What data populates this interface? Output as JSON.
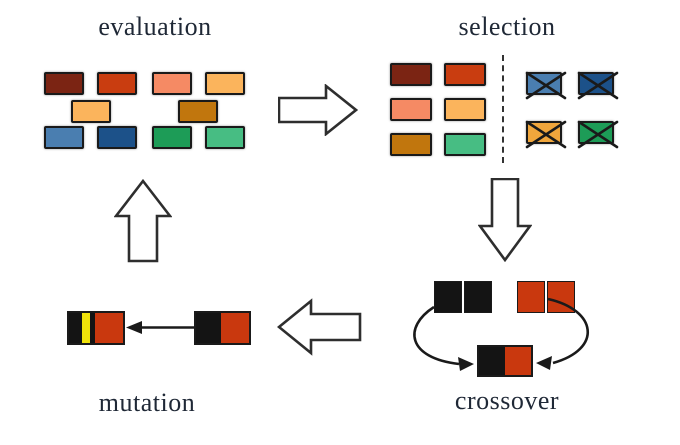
{
  "figure": {
    "type": "genetic-algorithm cycle diagram",
    "background": "#ffffff",
    "text_color": "#1f2836",
    "outline_color": "#1a1a1a"
  },
  "labels": {
    "evaluation": "evaluation",
    "selection": "selection",
    "crossover": "crossover",
    "mutation": "mutation"
  },
  "evaluation": {
    "rows": [
      [
        "#7b2413",
        "#c93d10",
        "#f58a64",
        "#fbb45c"
      ],
      [
        "#fbb45c",
        "#c1760d"
      ],
      [
        "#4a7eb0",
        "#1c5189",
        "#1d9c57",
        "#47bd83"
      ]
    ]
  },
  "selection": {
    "kept_rows": [
      [
        "#7b2413",
        "#c93d10"
      ],
      [
        "#f58a64",
        "#fbb45c"
      ],
      [
        "#c1760d",
        "#47bd83"
      ]
    ],
    "rejected_rows": [
      [
        "#4a7eb0",
        "#1c5189"
      ],
      [
        "#f0a63c",
        "#1d9c57"
      ]
    ]
  },
  "crossover": {
    "parent1": [
      "#141414",
      "#141414"
    ],
    "parent2": [
      "#c9380e",
      "#c9380e"
    ],
    "child": [
      "#141414",
      "#c9380e"
    ]
  },
  "mutation": {
    "original": [
      "#141414",
      "#c9380e"
    ],
    "mutated": [
      "#141414",
      "#f0e20a",
      "#141414",
      "#c9380e"
    ]
  }
}
